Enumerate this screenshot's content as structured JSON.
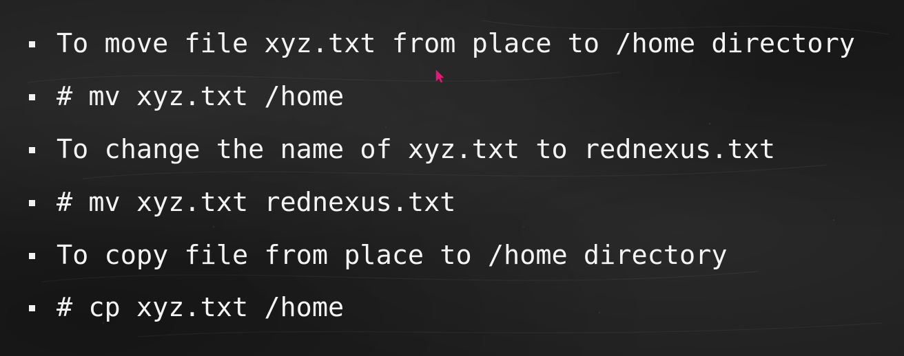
{
  "slide": {
    "bullets": [
      {
        "text": "To move file xyz.txt from place to /home directory"
      },
      {
        "text": "# mv xyz.txt /home"
      },
      {
        "text": "To change the name of xyz.txt to rednexus.txt"
      },
      {
        "text": "# mv xyz.txt rednexus.txt"
      },
      {
        "text": "To copy file from place to /home directory"
      },
      {
        "text": "# cp xyz.txt /home"
      }
    ]
  },
  "colors": {
    "background": "#202020",
    "text": "#f4f4f4",
    "cursor": "#e8157a"
  },
  "icons": {
    "bullet": "square-bullet-icon",
    "pointer": "mouse-pointer-icon"
  }
}
